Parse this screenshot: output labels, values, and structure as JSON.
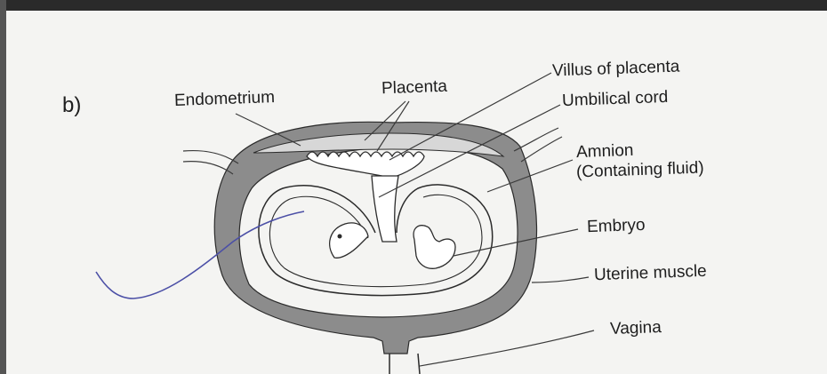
{
  "figure": {
    "part_label": "b)",
    "labels": {
      "endometrium": "Endometrium",
      "placenta": "Placenta",
      "villus_of_placenta": "Villus of placenta",
      "umbilical_cord": "Umbilical cord",
      "amnion": "Amnion",
      "amnion_note": "(Containing fluid)",
      "embryo": "Embryo",
      "uterine_muscle": "Uterine muscle",
      "vagina": "Vagina"
    }
  },
  "colors": {
    "paper": "#f4f4f2",
    "uterine_wall": "#8c8c8c",
    "ink": "#2b2b2b",
    "pen_mark": "#4b4fa6",
    "top_border": "#2a2a2a"
  }
}
